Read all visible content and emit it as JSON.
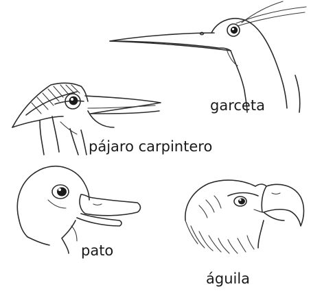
{
  "labels": {
    "egret": "garceta",
    "woodpecker": "pájaro carpintero",
    "duck": "pato",
    "eagle": "águila"
  },
  "colors": {
    "line": "#2a2a2a",
    "background": "#ffffff"
  }
}
